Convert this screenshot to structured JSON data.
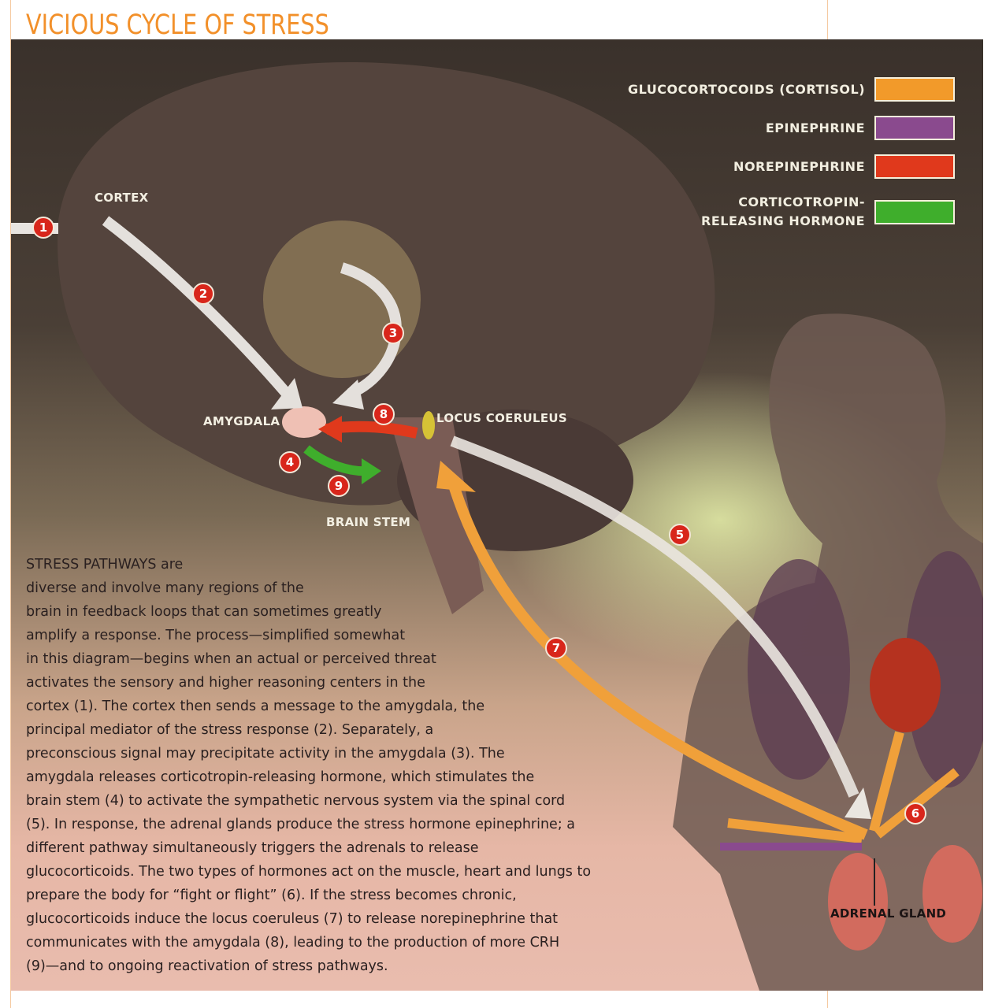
{
  "title": "VICIOUS CYCLE OF STRESS",
  "legend": [
    {
      "label": "GLUCOCORTOCOIDS (CORTISOL)",
      "color": "#f29a2a"
    },
    {
      "label": "EPINEPHRINE",
      "color": "#8a4a8e"
    },
    {
      "label": "NOREPINEPHRINE",
      "color": "#e0391c"
    },
    {
      "label": "CORTICOTROPIN-RELEASING HORMONE",
      "color": "#3fae2c"
    }
  ],
  "labels": {
    "cortex": "CORTEX",
    "amygdala": "AMYGDALA",
    "locus": "LOCUS COERULEUS",
    "brainstem": "BRAIN STEM",
    "adrenal": "ADRENAL GLAND"
  },
  "steps": [
    "1",
    "2",
    "3",
    "4",
    "5",
    "6",
    "7",
    "8",
    "9"
  ],
  "paragraph": [
    "STRESS PATHWAYS are",
    "diverse and involve many regions of the",
    "brain in feedback loops that can sometimes greatly",
    "amplify a response. The process—simplified somewhat",
    "in this diagram—begins when an actual or perceived threat",
    "activates the sensory and higher reasoning centers in the",
    "cortex (1). The cortex then sends a message to the amygdala, the",
    "principal mediator of the stress response (2). Separately, a",
    "preconscious signal may precipitate activity in the amygdala (3). The",
    "amygdala releases corticotropin-releasing hormone, which stimulates the",
    "brain stem (4) to activate the sympathetic nervous system via the spinal cord",
    "(5). In response, the adrenal glands produce the stress hormone epinephrine; a",
    "different pathway simultaneously triggers the adrenals to release",
    "glucocorticoids. The two types of hormones act on the muscle, heart and lungs to",
    "prepare the body for “fight or flight” (6). If the stress becomes chronic,",
    "glucocorticoids induce the locus coeruleus (7) to release norepinephrine that",
    "communicates with the amygdala (8), leading to the production of more CRH",
    "(9)—and to ongoing reactivation of stress pathways."
  ]
}
